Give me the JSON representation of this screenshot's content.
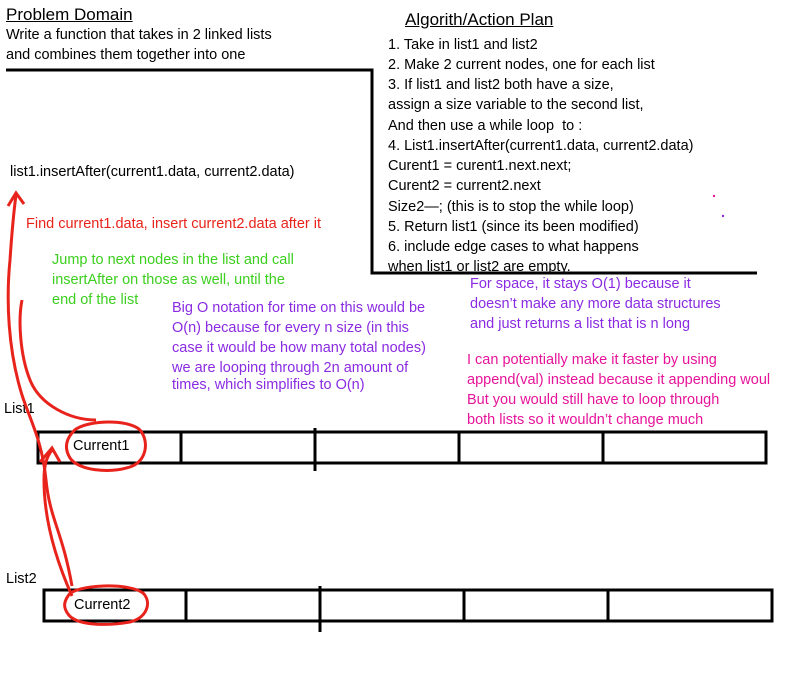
{
  "problem_domain": {
    "title": "Problem Domain",
    "lines": [
      "Write a function that takes in 2 linked lists",
      "and combines them together into one"
    ]
  },
  "action_plan": {
    "title": "Algorith/Action Plan",
    "lines": [
      "1. Take in list1 and list2",
      "2. Make 2 current nodes, one for each list",
      "3. If list1 and list2 both have a size,",
      "assign a size variable to the second list,",
      "And then use a while loop  to :",
      "4. List1.insertAfter(current1.data, current2.data)",
      "Curent1 = curent1.next.next;",
      "Curent2 = current2.next",
      "Size2—; (this is to stop the while loop)",
      "5. Return list1 (since its been modified)",
      "6. include edge cases to what happens",
      "when list1 or list2 are empty."
    ]
  },
  "code_call": "list1.insertAfter(current1.data, current2.data)",
  "notes": {
    "find_insert": "Find current1.data, insert current2.data after it",
    "jump": [
      "Jump to next nodes in the list and call",
      "insertAfter on those as well, until the",
      "end of the list"
    ],
    "big_o_time": [
      "Big O notation for time on this would be",
      "O(n) because for every n size (in this",
      "case it would be how many total nodes)",
      "we are looping through 2n amount of",
      "times, which simplifies to O(n)"
    ],
    "space": [
      "For space, it stays O(1) because it",
      "doesn’t make any more data structures",
      "and just returns a list that is n long"
    ],
    "faster": [
      "I can potentially make it faster by using",
      "append(val) instead because it appending woul",
      "But you would still have to loop through",
      "both lists so it wouldn’t change much"
    ]
  },
  "lists": {
    "list1_label": "List1",
    "list2_label": "List2",
    "current1_label": "Current1",
    "current2_label": "Current2"
  },
  "colors": {
    "red": "#e8231c",
    "green": "#3ccf1f",
    "purple": "#8a2be2",
    "magenta": "#e6149a",
    "black": "#000000"
  }
}
